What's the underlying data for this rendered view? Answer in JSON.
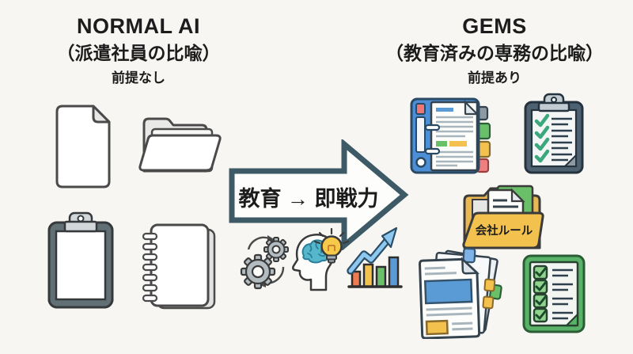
{
  "page": {
    "background_color": "#f8f6f2",
    "text_color": "#1c1c1c"
  },
  "left_panel": {
    "title": "NORMAL AI",
    "subtitle": "（派遣社員の比喩）",
    "premise_label": "前提なし",
    "icons": [
      {
        "name": "blank-document-icon"
      },
      {
        "name": "open-folder-icon"
      },
      {
        "name": "blank-clipboard-icon"
      },
      {
        "name": "spiral-notebook-icon"
      }
    ]
  },
  "transition": {
    "arrow_label": "教育 → 即戦力",
    "arrow_outline_color": "#3d5a66",
    "process_icons": [
      {
        "name": "gears-cycle-icon"
      },
      {
        "name": "brain-idea-icon"
      },
      {
        "name": "growth-chart-icon"
      }
    ]
  },
  "right_panel": {
    "title": "GEMS",
    "subtitle": "（教育済みの専務の比喩）",
    "premise_label": "前提あり",
    "folder_label": "会社ルール",
    "icons": [
      {
        "name": "tabbed-binder-icon"
      },
      {
        "name": "checked-clipboard-icon"
      },
      {
        "name": "company-rules-folder-icon"
      },
      {
        "name": "document-stack-icon"
      },
      {
        "name": "green-checklist-icon"
      }
    ]
  },
  "colors": {
    "blue": "#4d8fd6",
    "green": "#6abf69",
    "yellow": "#f2c14e",
    "orange": "#ee7b52",
    "red": "#f07575",
    "slate": "#4d6170",
    "arrow_teal": "#3d5a66"
  }
}
